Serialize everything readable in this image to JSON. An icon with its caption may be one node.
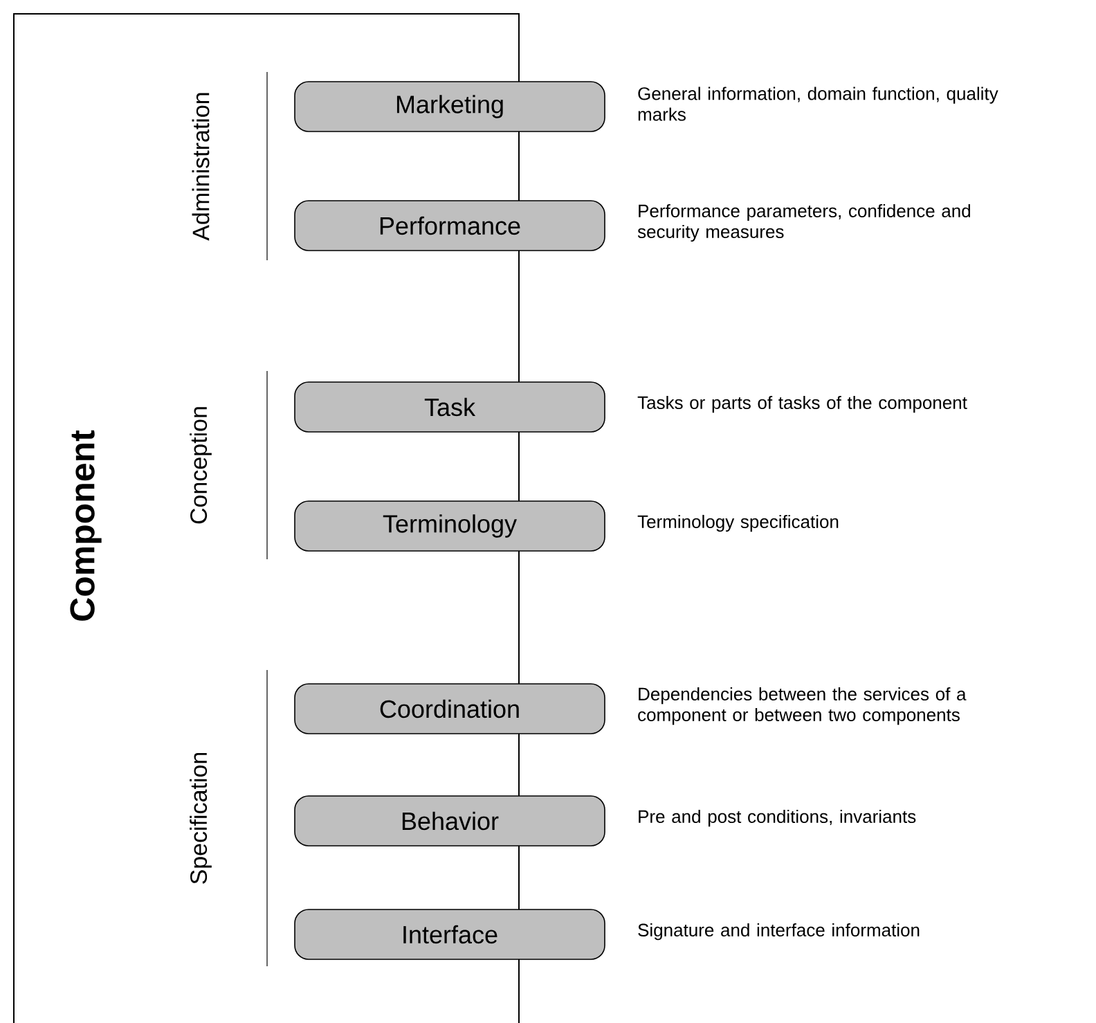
{
  "diagram": {
    "nodes": [
      {
        "text": [
          "Component"
        ]
      },
      {
        "text": [
          "Marketing"
        ],
        "beside": [
          "General information, domain function, quality marks"
        ]
      },
      {
        "text": [
          "Performance"
        ],
        "beside": [
          "Performance parameters, confidence and security measures"
        ]
      },
      {
        "text": [
          "Task"
        ],
        "beside": [
          "Tasks or parts of tasks of the component"
        ]
      },
      {
        "text": [
          "Terminology"
        ],
        "beside": [
          "Terminology specification"
        ]
      },
      {
        "text": [
          "Coordination"
        ],
        "beside": [
          "Dependencies between the services of a component or between two components"
        ]
      },
      {
        "text": [
          "Behavior"
        ],
        "beside": [
          "Pre and post conditions, invariants"
        ]
      },
      {
        "text": [
          "Interface"
        ],
        "beside": [
          "Signature and interface information"
        ]
      }
    ],
    "edges": [],
    "labels": [
      "Administration",
      "Conception",
      "Specification"
    ]
  }
}
